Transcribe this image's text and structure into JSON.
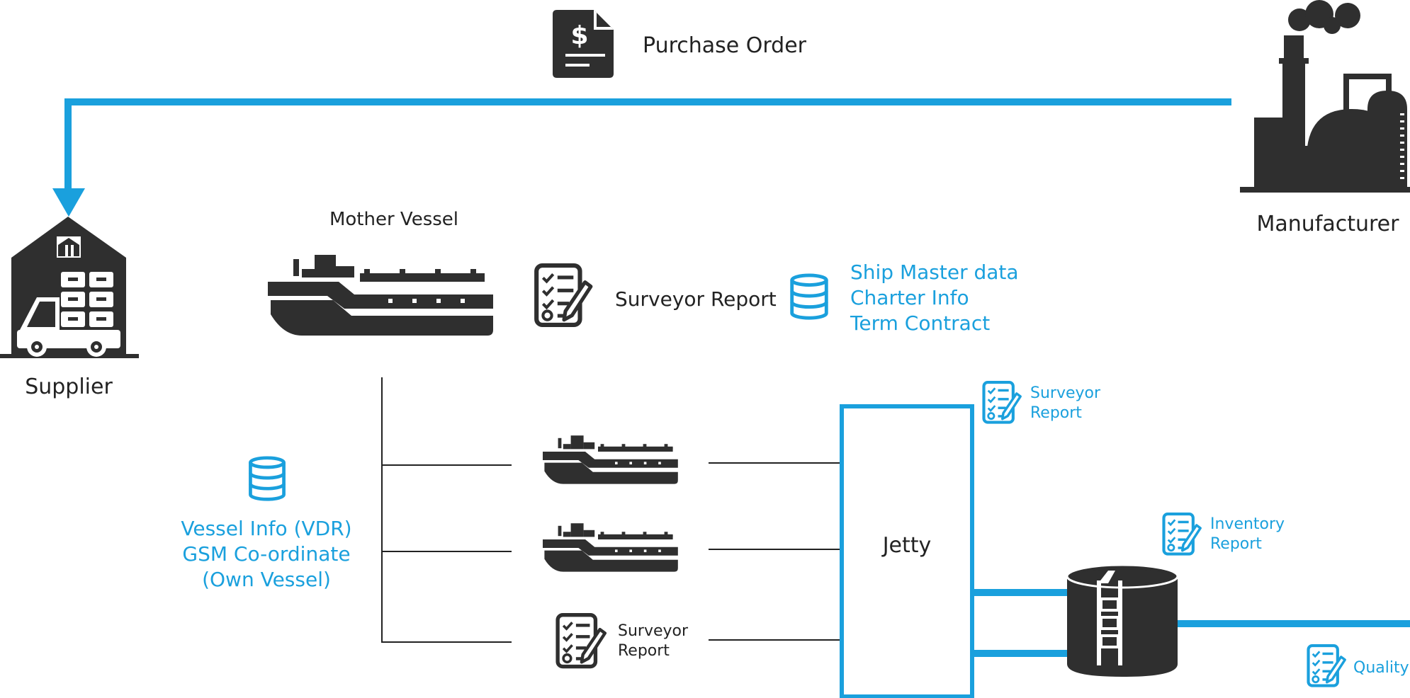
{
  "colors": {
    "accent": "#1aa0dd",
    "icon": "#2f2f2f",
    "text": "#222222",
    "line": "#222222"
  },
  "purchase_order": {
    "label": "Purchase Order",
    "icon": "invoice-dollar-icon"
  },
  "manufacturer": {
    "label": "Manufacturer",
    "icon": "factory-icon"
  },
  "supplier": {
    "label": "Supplier",
    "icon": "warehouse-truck-icon"
  },
  "mother_vessel": {
    "label": "Mother Vessel",
    "icon": "cargo-ship-icon"
  },
  "surveyor_report_main": {
    "label": "Surveyor Report",
    "icon": "checklist-report-icon"
  },
  "ship_master_db": {
    "icon": "database-icon",
    "lines": [
      "Ship Master data",
      "Charter Info",
      "Term Contract"
    ]
  },
  "vessel_info_db": {
    "icon": "database-icon",
    "lines": [
      "Vessel Info (VDR)",
      "GSM Co-ordinate",
      "(Own Vessel)"
    ]
  },
  "barges": [
    {
      "icon": "barge-ship-icon"
    },
    {
      "icon": "barge-ship-icon"
    }
  ],
  "surveyor_report_small": {
    "lines": [
      "Surveyor",
      "Report"
    ],
    "icon": "checklist-report-icon"
  },
  "jetty": {
    "label": "Jetty"
  },
  "surveyor_report_jetty": {
    "lines": [
      "Surveyor",
      "Report"
    ],
    "icon": "checklist-report-icon"
  },
  "inventory_report": {
    "lines": [
      "Inventory",
      "Report"
    ],
    "icon": "checklist-report-icon"
  },
  "storage_tank": {
    "icon": "storage-tank-icon"
  },
  "quality": {
    "label": "Quality",
    "icon": "checklist-report-icon"
  }
}
